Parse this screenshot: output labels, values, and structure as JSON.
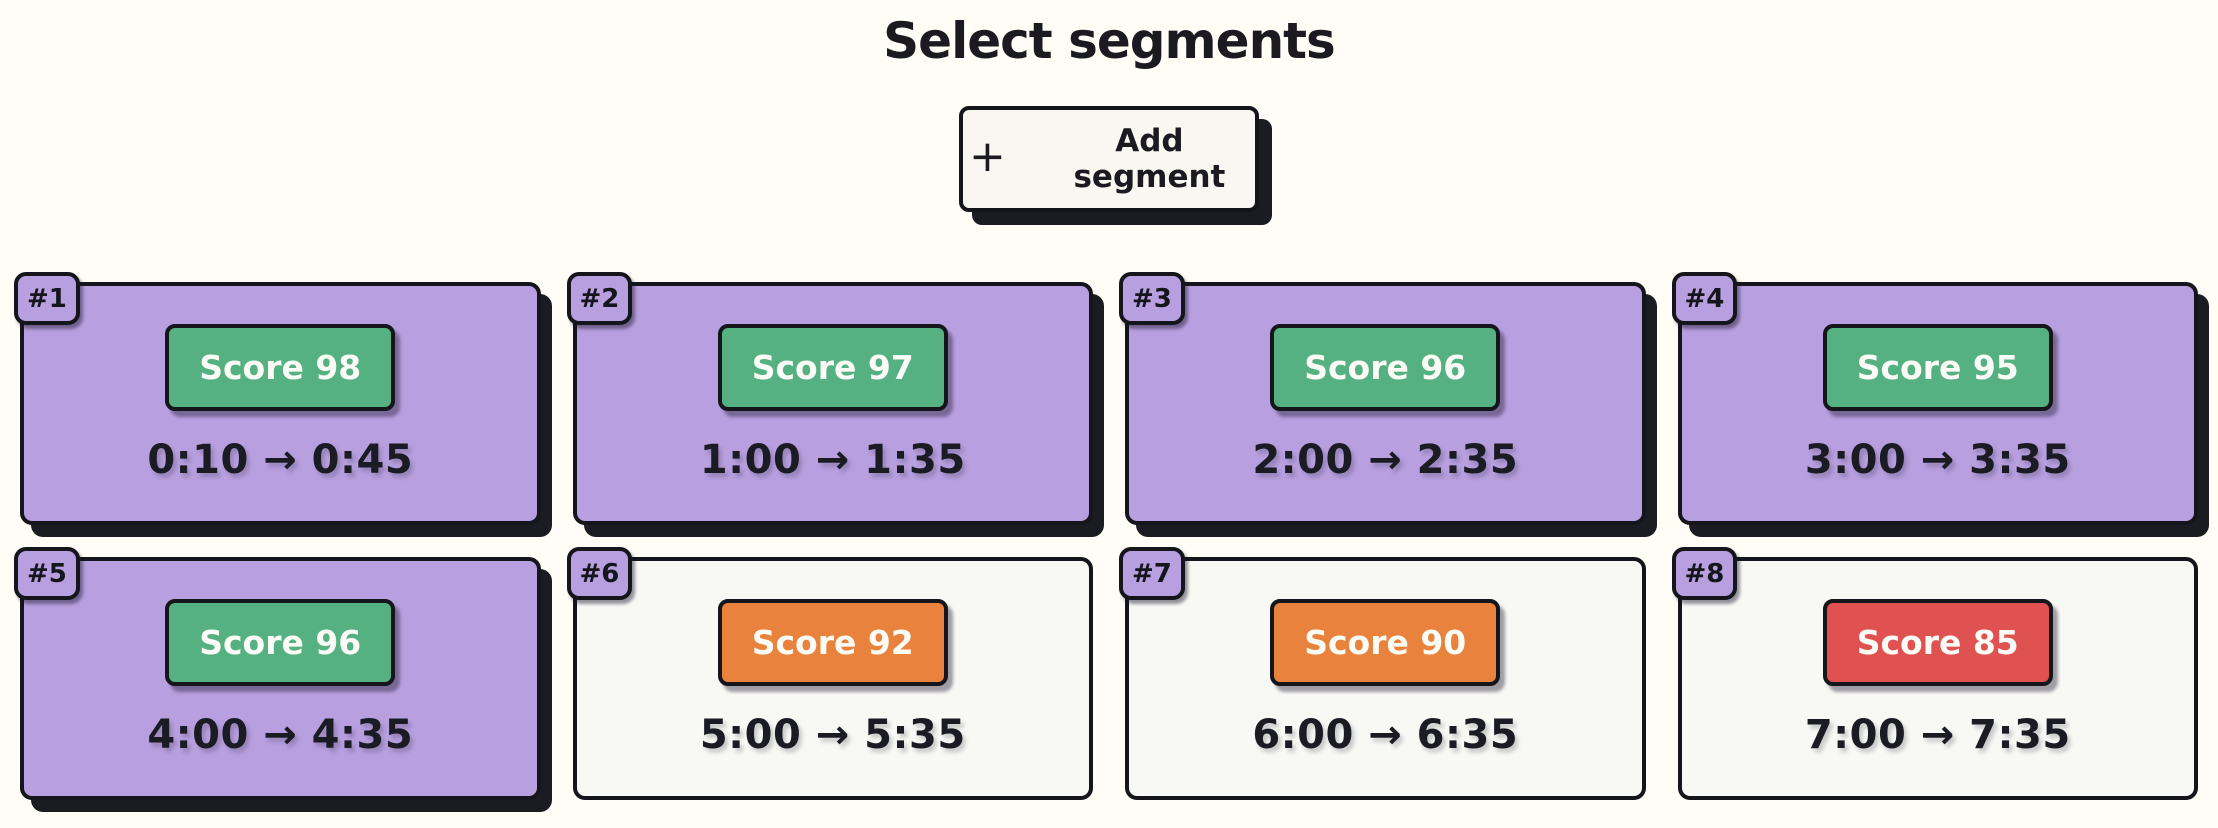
{
  "page": {
    "title": "Select segments"
  },
  "add_button": {
    "plus_icon": "+",
    "label": "Add segment"
  },
  "colors": {
    "page_bg": "#FFFDF5",
    "border": "#15151C",
    "shadow": "#1B1B22",
    "card_selected_bg": "#B8A0E0",
    "card_unselected_bg": "#F8F8F5",
    "badge_bg": "#B8A0E0",
    "score_text": "#FCFCF6",
    "score_green": "#55B181",
    "score_orange": "#E8823D",
    "score_red": "#E05252"
  },
  "segments": [
    {
      "id": "#1",
      "score": 98,
      "score_label": "Score 98",
      "time_range": "0:10 → 0:45",
      "selected": true,
      "score_color": "green"
    },
    {
      "id": "#2",
      "score": 97,
      "score_label": "Score 97",
      "time_range": "1:00 → 1:35",
      "selected": true,
      "score_color": "green"
    },
    {
      "id": "#3",
      "score": 96,
      "score_label": "Score 96",
      "time_range": "2:00 → 2:35",
      "selected": true,
      "score_color": "green"
    },
    {
      "id": "#4",
      "score": 95,
      "score_label": "Score 95",
      "time_range": "3:00 → 3:35",
      "selected": true,
      "score_color": "green"
    },
    {
      "id": "#5",
      "score": 96,
      "score_label": "Score 96",
      "time_range": "4:00 → 4:35",
      "selected": true,
      "score_color": "green"
    },
    {
      "id": "#6",
      "score": 92,
      "score_label": "Score 92",
      "time_range": "5:00 → 5:35",
      "selected": false,
      "score_color": "orange"
    },
    {
      "id": "#7",
      "score": 90,
      "score_label": "Score 90",
      "time_range": "6:00 → 6:35",
      "selected": false,
      "score_color": "orange"
    },
    {
      "id": "#8",
      "score": 85,
      "score_label": "Score 85",
      "time_range": "7:00 → 7:35",
      "selected": false,
      "score_color": "red"
    }
  ]
}
